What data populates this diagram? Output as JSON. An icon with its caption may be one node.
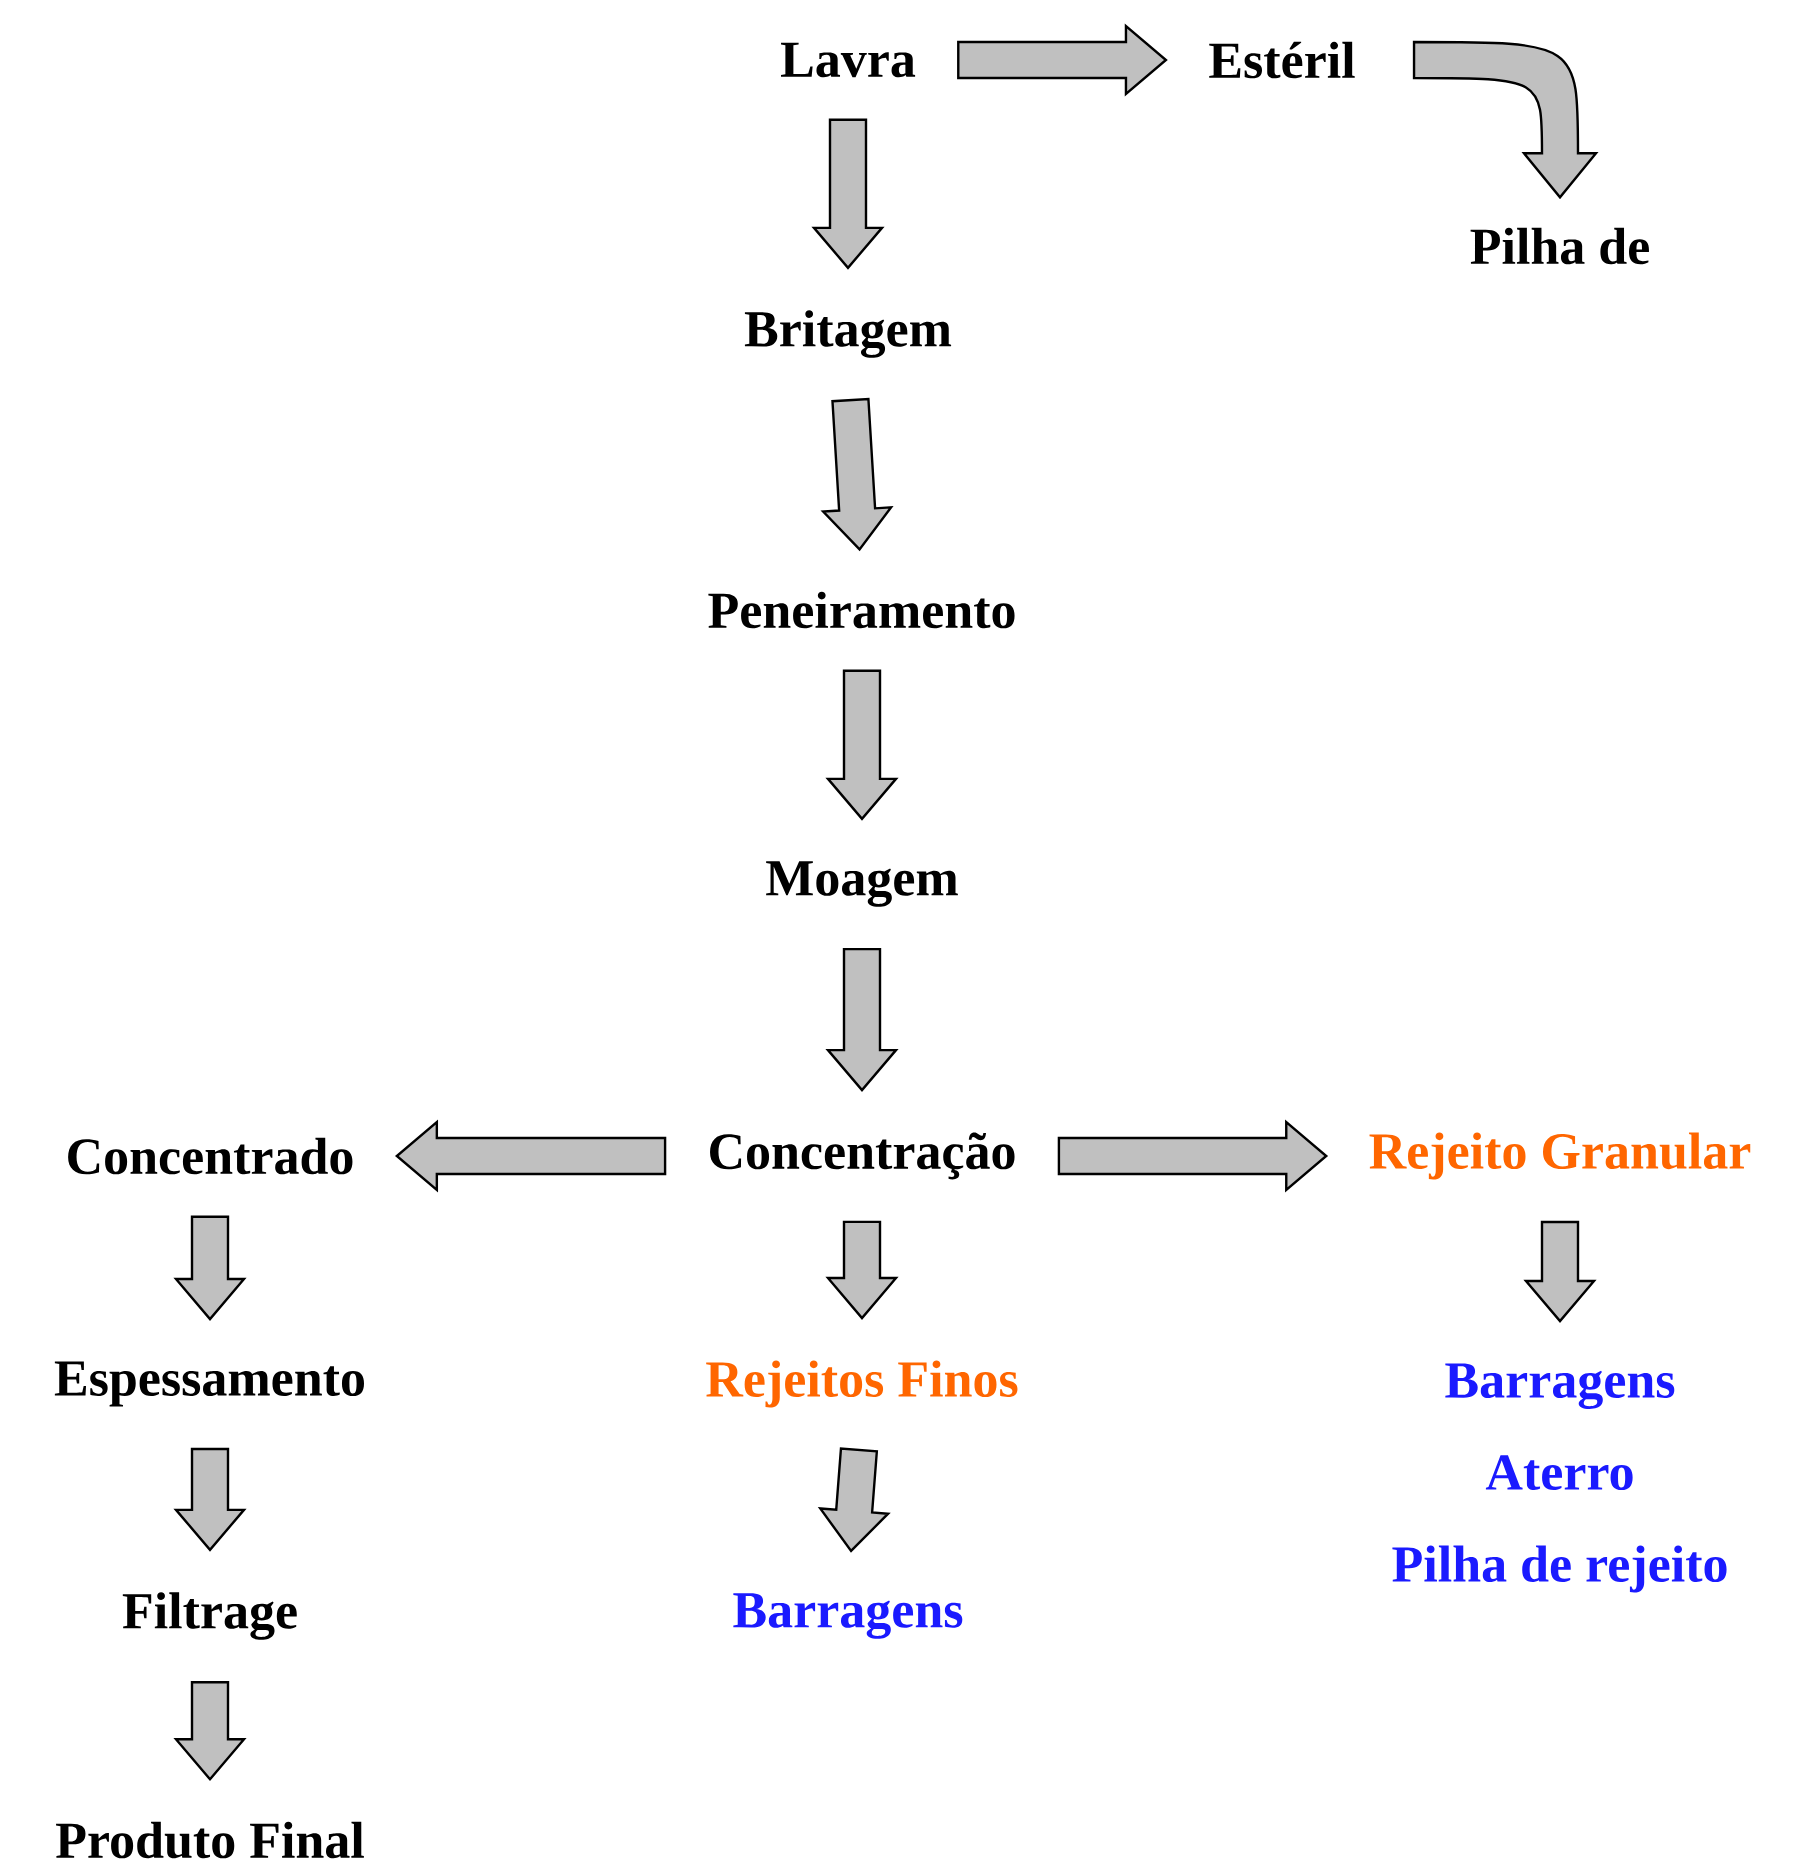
{
  "diagram": {
    "nodes": [
      {
        "text": [
          "Lavra"
        ]
      },
      {
        "text": [
          "Estéril"
        ]
      },
      {
        "text": [
          "Pilha de"
        ]
      },
      {
        "text": [
          "Britagem"
        ]
      },
      {
        "text": [
          "Peneiramento"
        ]
      },
      {
        "text": [
          "Moagem"
        ]
      },
      {
        "text": [
          "Concentração"
        ]
      },
      {
        "text": [
          "Concentrado"
        ]
      },
      {
        "text": [
          "Rejeito Granular"
        ]
      },
      {
        "text": [
          "Espessamento"
        ]
      },
      {
        "text": [
          "Rejeitos Finos"
        ]
      },
      {
        "text": [
          "Barragens",
          "Aterro",
          "Pilha de rejeito"
        ]
      },
      {
        "text": [
          "Filtrage"
        ]
      },
      {
        "text": [
          "Barragens"
        ]
      },
      {
        "text": [
          "Produto Final"
        ]
      }
    ],
    "edges": [
      {
        "from": 0,
        "to": 1,
        "arrow": "to"
      },
      {
        "from": 1,
        "to": 2,
        "arrow": "to"
      },
      {
        "from": 0,
        "to": 3,
        "arrow": "to"
      },
      {
        "from": 3,
        "to": 4,
        "arrow": "to"
      },
      {
        "from": 4,
        "to": 5,
        "arrow": "to"
      },
      {
        "from": 5,
        "to": 6,
        "arrow": "to"
      },
      {
        "from": 6,
        "to": 7,
        "arrow": "to"
      },
      {
        "from": 6,
        "to": 8,
        "arrow": "to"
      },
      {
        "from": 6,
        "to": 10,
        "arrow": "to"
      },
      {
        "from": 7,
        "to": 9,
        "arrow": "to"
      },
      {
        "from": 9,
        "to": 12,
        "arrow": "to"
      },
      {
        "from": 12,
        "to": 14,
        "arrow": "to"
      },
      {
        "from": 10,
        "to": 13,
        "arrow": "to"
      },
      {
        "from": 8,
        "to": 11,
        "arrow": "to"
      }
    ]
  }
}
